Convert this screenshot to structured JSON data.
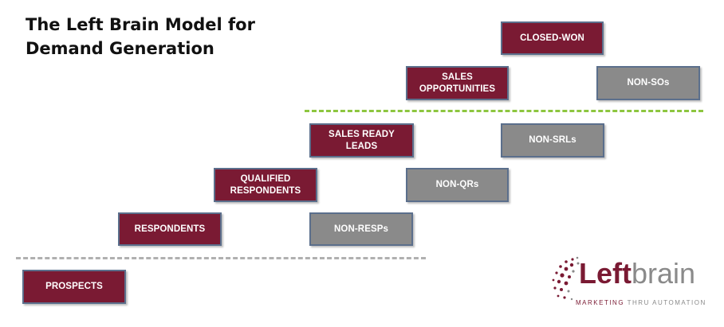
{
  "title": {
    "line1": "The Left Brain Model for",
    "line2": "Demand Generation"
  },
  "stages": {
    "closed_won": "CLOSED-WON",
    "sales_opportunities": "SALES\nOPPORTUNITIES",
    "sales_ready_leads": "SALES READY\nLEADS",
    "qualified_respondents": "QUALIFIED\nRESPONDENTS",
    "respondents": "RESPONDENTS",
    "prospects": "PROSPECTS"
  },
  "non_stages": {
    "non_sos": "NON-SOs",
    "non_srls": "NON-SRLs",
    "non_qrs": "NON-QRs",
    "non_resps": "NON-RESPs"
  },
  "colors": {
    "stage": "#7a1a33",
    "non_stage": "#8a8a8a",
    "border": "#5b6f8c",
    "green_line": "#8dc63f",
    "gray_line": "#b0b0b0"
  },
  "logo": {
    "word_left": "Left",
    "word_right": "brain",
    "tagline_left": "MARKETING ",
    "tagline_right": "THRU AUTOMATION",
    "icon": "dot-cluster-icon"
  }
}
